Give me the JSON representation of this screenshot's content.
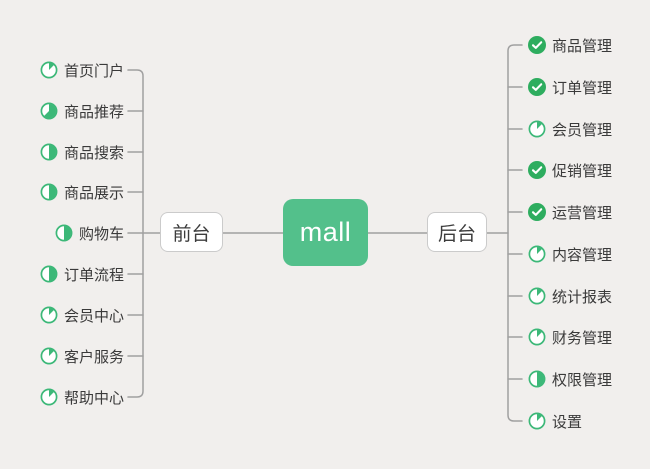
{
  "diagram": {
    "type": "mindmap",
    "root": {
      "label": "mall"
    },
    "branches": [
      {
        "label": "前台",
        "side": "left",
        "items": [
          {
            "label": "首页门户",
            "status": "in-progress",
            "progress": 0.125
          },
          {
            "label": "商品推荐",
            "status": "in-progress",
            "progress": 0.625
          },
          {
            "label": "商品搜索",
            "status": "in-progress",
            "progress": 0.5
          },
          {
            "label": "商品展示",
            "status": "in-progress",
            "progress": 0.5
          },
          {
            "label": "购物车",
            "status": "in-progress",
            "progress": 0.5
          },
          {
            "label": "订单流程",
            "status": "in-progress",
            "progress": 0.5
          },
          {
            "label": "会员中心",
            "status": "in-progress",
            "progress": 0.125
          },
          {
            "label": "客户服务",
            "status": "in-progress",
            "progress": 0.125
          },
          {
            "label": "帮助中心",
            "status": "in-progress",
            "progress": 0.125
          }
        ]
      },
      {
        "label": "后台",
        "side": "right",
        "items": [
          {
            "label": "商品管理",
            "status": "done",
            "progress": 1
          },
          {
            "label": "订单管理",
            "status": "done",
            "progress": 1
          },
          {
            "label": "会员管理",
            "status": "in-progress",
            "progress": 0.125
          },
          {
            "label": "促销管理",
            "status": "done",
            "progress": 1
          },
          {
            "label": "运营管理",
            "status": "done",
            "progress": 1
          },
          {
            "label": "内容管理",
            "status": "in-progress",
            "progress": 0.125
          },
          {
            "label": "统计报表",
            "status": "in-progress",
            "progress": 0.125
          },
          {
            "label": "财务管理",
            "status": "in-progress",
            "progress": 0.125
          },
          {
            "label": "权限管理",
            "status": "in-progress",
            "progress": 0.5
          },
          {
            "label": "设置",
            "status": "in-progress",
            "progress": 0.125
          }
        ]
      }
    ],
    "icons": {
      "done": "check-circle-icon",
      "in_progress": "pie-progress-icon"
    },
    "colors": {
      "background": "#f1efed",
      "root_green": "#53c08b",
      "done_green": "#2ead5f",
      "progress_green": "#3cb878",
      "line_gray": "#a0a0a0",
      "node_border": "#cbcbcb",
      "text_dark": "#3a3a3a"
    }
  }
}
